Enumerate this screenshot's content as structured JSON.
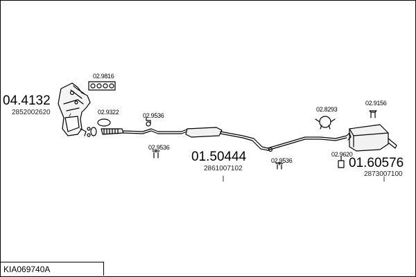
{
  "title": "KIA069740A",
  "parts": {
    "p1": {
      "main": "04.4132",
      "sub": "2852002620"
    },
    "p2": {
      "main": "01.50444",
      "sub": "2861007102"
    },
    "p3": {
      "main": "01.60576",
      "sub": "2873007100"
    }
  },
  "refs": {
    "r1": "02.9816",
    "r2": "02.9322",
    "r3": "02.9536",
    "r4": "02.9536",
    "r5": "02.9536",
    "r6": "02.8293",
    "r7": "02.9156",
    "r8": "02.9620"
  }
}
